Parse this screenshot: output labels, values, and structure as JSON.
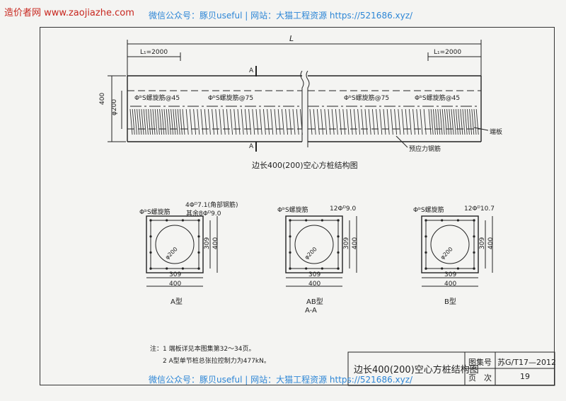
{
  "header": {
    "brand": "造价者网 www.zaojiazhe.com",
    "watermark": "微信公众号：豚贝useful | 网站：大猫工程资源 https://521686.xyz/"
  },
  "elevation": {
    "length_label": "L",
    "l1_left": "L₁=2000",
    "l1_right": "L₁=2000",
    "height_label": "400",
    "hollow_label": "φ200",
    "section_mark": "A",
    "spiral_dense_1": "ΦᵇS螺旋筋@45",
    "spiral_mid_1": "ΦᵇS螺旋筋@75",
    "spiral_mid_2": "ΦᵇS螺旋筋@75",
    "spiral_dense_2": "ΦᵇS螺旋筋@45",
    "end_plate": "端板",
    "prestress_bar": "预应力钢筋",
    "title": "边长400(200)空心方桩结构图"
  },
  "sections": [
    {
      "spiral": "ΦᵇS螺旋筋",
      "rebar_line1": "4Φᴰ7.1(角部钢筋)",
      "rebar_line2": "其余8Φᴰ9.0",
      "hollow": "φ200",
      "inner": "309",
      "outer": "400",
      "type": "A型"
    },
    {
      "spiral": "ΦᵇS螺旋筋",
      "rebar_line1": "12Φᴰ9.0",
      "rebar_line2": "",
      "hollow": "φ200",
      "inner": "309",
      "outer": "400",
      "type": "AB型"
    },
    {
      "spiral": "ΦᵇS螺旋筋",
      "rebar_line1": "12Φᴰ10.7",
      "rebar_line2": "",
      "hollow": "φ200",
      "inner": "309",
      "outer": "400",
      "type": "B型"
    }
  ],
  "section_caption": "A-A",
  "notes": {
    "label": "注：",
    "items": [
      "1 端板详见本图集第32～34页。",
      "2 A型单节桩总张拉控制力为477kN。"
    ]
  },
  "title_block": {
    "drawing_title": "边长400(200)空心方桩结构图",
    "atlas_label": "图集号",
    "atlas_value": "苏G/T17—2012",
    "page_label": "页　次",
    "page_value": "19"
  }
}
